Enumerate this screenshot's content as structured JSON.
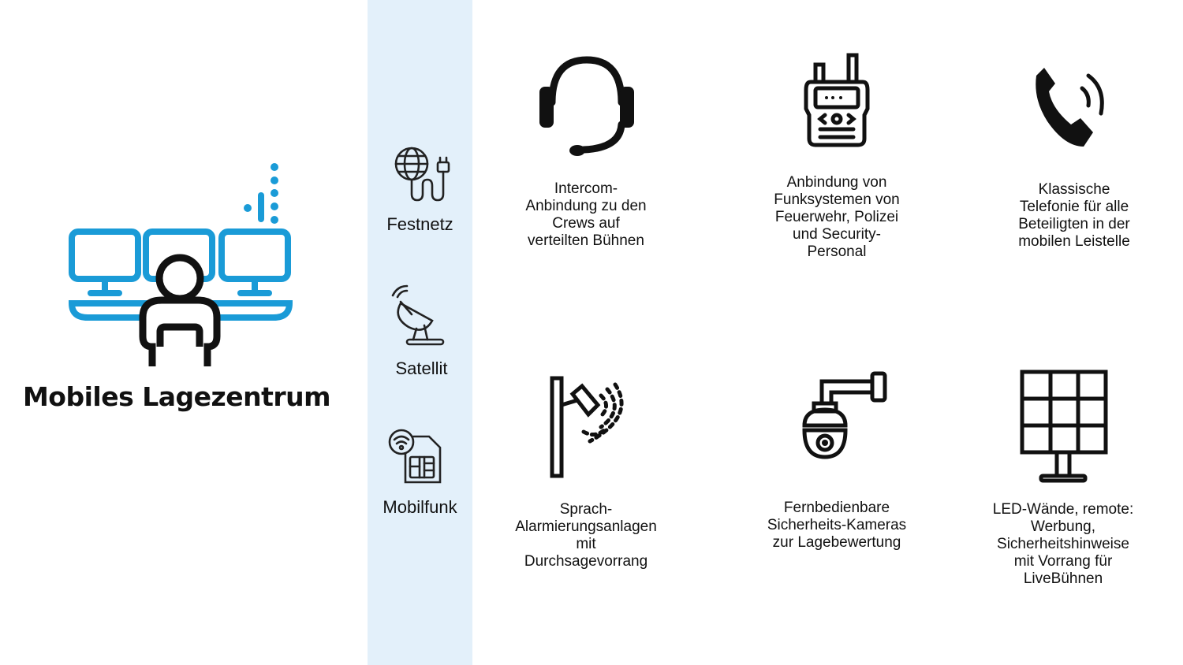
{
  "main": {
    "title": "Mobiles Lagezentrum",
    "accent_color": "#1a9bd7",
    "panel_color": "#e3f0fa"
  },
  "channels": [
    {
      "label": "Festnetz",
      "icon": "globe-plug-icon"
    },
    {
      "label": "Satellit",
      "icon": "satellite-dish-icon"
    },
    {
      "label": "Mobilfunk",
      "icon": "sim-wifi-icon"
    }
  ],
  "features": [
    {
      "text": "Intercom-\nAnbindung zu den\nCrews auf\nverteilten Bühnen",
      "icon": "headset-icon"
    },
    {
      "text": "Anbindung von\nFunksystemen von\nFeuerwehr, Polizei\nund Security-\nPersonal",
      "icon": "radio-icon"
    },
    {
      "text": "Klassische\nTelefonie für alle\nBeteiligten in der\nmobilen Leistelle",
      "icon": "phone-icon"
    },
    {
      "text": "Sprach-\nAlarmierungsanlagen\nmit\nDurchsagevorrang",
      "icon": "loudspeaker-icon"
    },
    {
      "text": "Fernbedienbare\nSicherheits-Kameras\nzur Lagebewertung",
      "icon": "security-camera-icon"
    },
    {
      "text": "LED-Wände, remote:\nWerbung,\nSicherheitshinweise\nmit Vorrang für\nLiveBühnen",
      "icon": "led-wall-icon"
    }
  ]
}
